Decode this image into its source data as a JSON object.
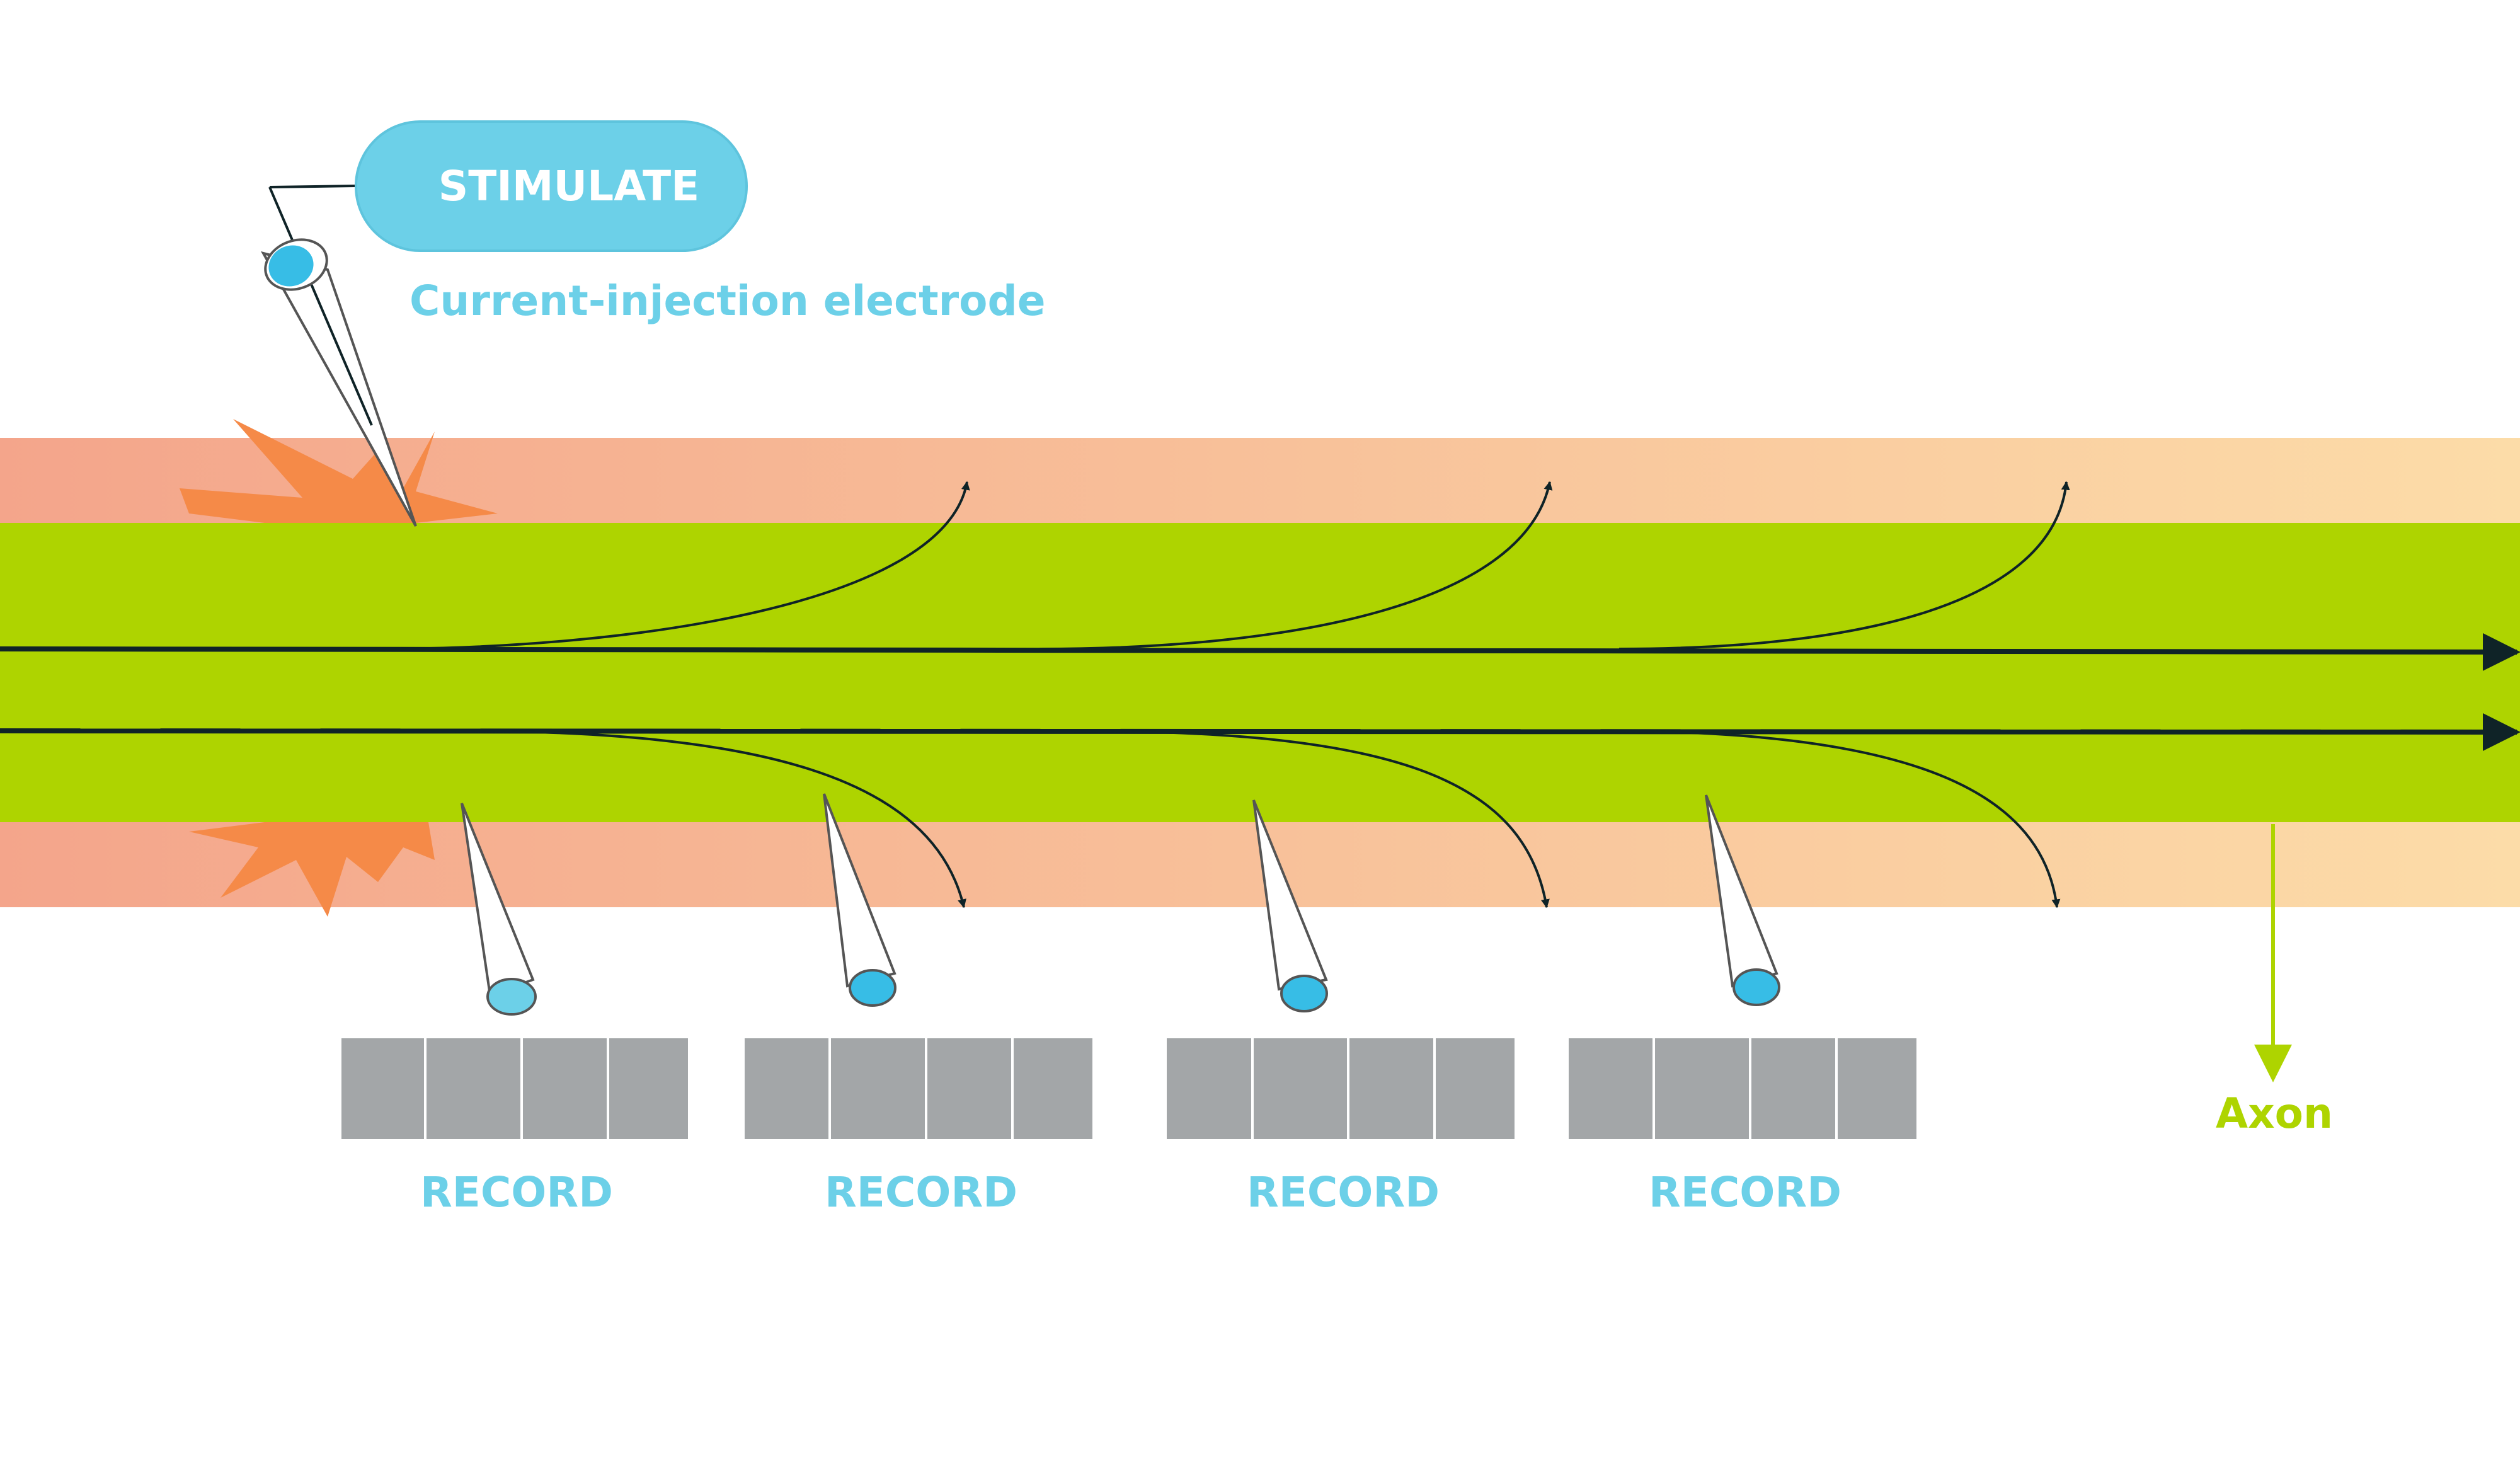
{
  "stimulate_label": "STIMULATE",
  "electrode_label": "Current-injection electrode",
  "axon_label": "Axon",
  "record_labels": [
    "RECORD",
    "RECORD",
    "RECORD",
    "RECORD"
  ],
  "colors": {
    "axon_green": "#aed400",
    "sheath_start": "#f4a58b",
    "sheath_end": "#fcdca8",
    "electrode_blue": "#6cd0e8",
    "electrode_tip": "#37bde6",
    "spark_orange": "#f58a48",
    "arrow_dark": "#0f2327",
    "recorder_gray": "#a3a6a8",
    "label_blue": "#6cd0e8",
    "axon_label_green": "#aed400"
  }
}
